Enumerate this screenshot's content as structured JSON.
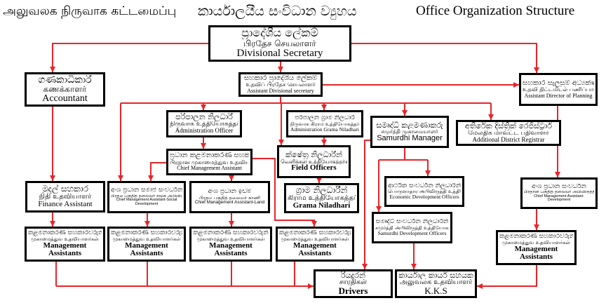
{
  "title": {
    "tamil": "அலுவலக நிருவாக கட்டமைப்பு",
    "sinhala": "කාර්යාලයීය සංවිධාන ව්‍යුහය",
    "english": "Office Organization Structure"
  },
  "colors": {
    "connector": "#e8242a",
    "box_border": "#000000",
    "background": "#ffffff"
  },
  "boxes": {
    "divisional_secretary": {
      "si": "ප්‍රාදේශීය ලේකම්",
      "ta": "பிரதேச செயலாளர்",
      "en": "Divisional Secretary"
    },
    "accountant": {
      "si": "ගණකාධිකාරී",
      "ta": "கணக்காளர்",
      "en": "Accountant"
    },
    "assistant_divisional_secretary": {
      "si": "සහකාර ප්‍රාදේශීය ලේකම්",
      "ta": "உதவிப் பிரதேச செயலாளர்",
      "en": "Assistant Divisional secretary"
    },
    "assistant_director_planning": {
      "si": "සහකාර සැලසුම් අධ්‍යක්ෂ",
      "ta": "உதவி திட்டமிடல் பணிப்பாளர்",
      "en": "Assistant Director of Planning"
    },
    "administration_officer": {
      "si": "පරිපාලන නිලධාරී",
      "ta": "நிருவாக உத்தியோகத்தர்",
      "en": "Administration Officer"
    },
    "administration_grama_niladhari": {
      "si": "පරිපාලන ග්‍රාම නිලධාරී",
      "ta": "நிருவாக கிராம உத்தியோகத்தர்",
      "en": "Administration Grama Niladhari"
    },
    "samurdhi_manager": {
      "si": "සමෘද්ධි කළමණාකරු",
      "ta": "சமுர்த்தி முகாமையாளர்",
      "en": "Samurdhi Manager"
    },
    "additional_district_registrar": {
      "si": "අතිරේක දිස්ත්‍රික් රෙජිස්ට්‍රාර්",
      "ta": "மேலதிக மாவட்ட பதிவாளர்",
      "en": "Additional District Registrar"
    },
    "chief_management_assistant": {
      "si": "ප්‍රධාන කළමනාකරණ සහකාර",
      "ta": "பிரதான முகாமைத்துவ உதவியாளர்",
      "en": "Chief Management Assistant"
    },
    "field_officers": {
      "si": "ක්ෂේත්‍ර නිලධාරීන්",
      "ta": "வெளிக்கள உத்தியோகத்தர்கள்",
      "en": "Field Officers"
    },
    "finance_assistant": {
      "si": "මුදල් සහකාර",
      "ta": "நிதி உதவியாளர்",
      "en": "Finance Assistant"
    },
    "cma_social_development": {
      "si": "අංශ ප්‍රධාන සමාජ සංවර්ධන",
      "ta": "பிரதம பகுதித் தலைவர் சமூக அபிவிருத்தி",
      "en": "Chief Management Assistant-Social Development"
    },
    "cma_land": {
      "si": "අංශ ප්‍රධාන ඉඩම්",
      "ta": "பிரதம பகுதித் தலைவர் காணி",
      "en": "Chief Management Assistant-Land"
    },
    "grama_niladhari": {
      "si": "ග්‍රාම නිලධාරීන්",
      "ta": "கிராம உத்தியோகத்தர்கள்",
      "en": "Grama Niladhari"
    },
    "economic_development_officers": {
      "si": "ආර්ථික සංවර්ධන නිලධාරීන්",
      "ta": "பொருளாதார அபிவிருத்தி உத்தியோகத்தர்கள்",
      "en": "Economic Development Officers"
    },
    "cma_development": {
      "si": "අංශ ප්‍රධාන සංවර්ධන",
      "ta": "பிரதான பகுதித் தலைவர் அபிவிருத்தி",
      "en": "Chief Management Assistant-Development"
    },
    "samurdhi_development_officers": {
      "si": "සමෘද්ධි සංවර්ධන නිලධාරීන්",
      "ta": "சமுர்த்தி அபிவிருத்தி உத்தியோகத்தர்கள்",
      "en": "Samurdhi Development Officers"
    },
    "management_assistants": [
      {
        "si": "කළමනාකරණ සහකාරවරුන්",
        "ta": "முகாமைத்துவ உதவியாளர்கள்",
        "en": "Management Assistants"
      },
      {
        "si": "කළමනාකරණ සහකාරවරුන්",
        "ta": "முகாமைத்துவ உதவியாளர்கள்",
        "en": "Management Assistants"
      },
      {
        "si": "කළමනාකරණ සහකාරවරුන්",
        "ta": "முகாமைத்துவ உதவியாளர்கள்",
        "en": "Management Assistants"
      },
      {
        "si": "කළමනාකරණ සහකාරවරුන්",
        "ta": "முகாமைத்துவ உதவியாளர்கள்",
        "en": "Management Assistants"
      },
      {
        "si": "කළමනාකරණ සහකාරවරුන්",
        "ta": "முகாமைத்துவ உதவியாளர்கள்",
        "en": "Management Assistants"
      }
    ],
    "drivers": {
      "si": "රියදුරන්",
      "ta": "சாரதிகள்",
      "en": "Drivers"
    },
    "kks": {
      "si": "කාර්යාල කාර්ය සහයක",
      "ta": "அலுவலக உதவியாளர்",
      "en": "K.K.S"
    }
  }
}
